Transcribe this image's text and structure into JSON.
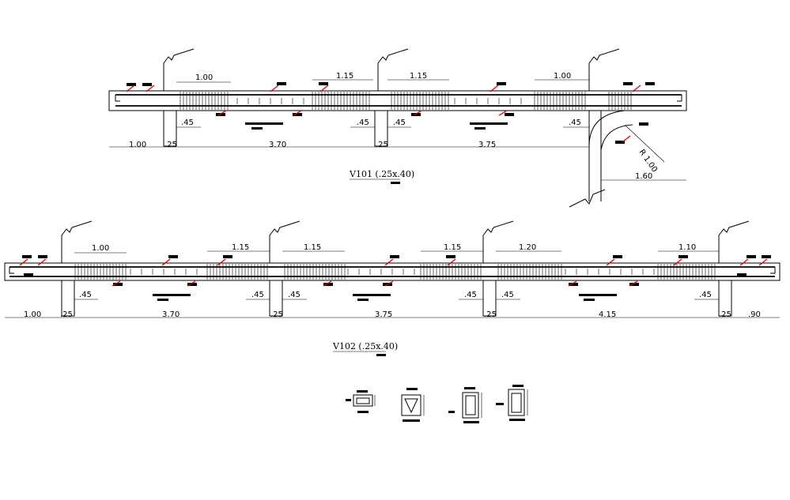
{
  "beam1": {
    "title": "V101 (.25x.40)",
    "top_dims": [
      "1.00",
      "1.15",
      "1.15",
      "1.00"
    ],
    "support_dims": [
      ".45",
      ".45",
      ".45",
      ".45"
    ],
    "span_dims": [
      "1.00",
      ".25",
      "3.70",
      ".25",
      "3.75"
    ],
    "radius": "R 1.00",
    "curve_len": "1.60"
  },
  "beam2": {
    "title": "V102 (.25x.40)",
    "top_dims": [
      "1.00",
      "1.15",
      "1.15",
      "1.15",
      "1.20",
      "1.10"
    ],
    "support_dims": [
      ".45",
      ".45",
      ".45",
      ".45",
      ".45",
      ".45"
    ],
    "span_dims": [
      "1.00",
      ".25",
      "3.70",
      ".25",
      "3.75",
      ".25",
      "4.15",
      ".25",
      ".90"
    ]
  },
  "colors": {
    "line": "#000000",
    "rebar_marker": "#e00000",
    "background": "#ffffff"
  }
}
